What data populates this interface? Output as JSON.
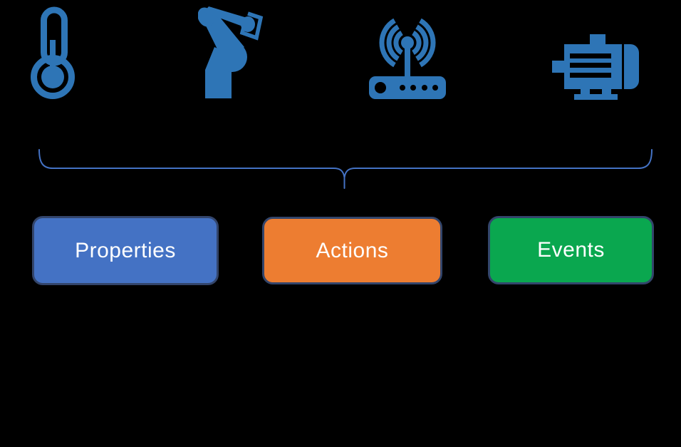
{
  "figure": {
    "background": "#000000",
    "icon_color": "#2E75B6",
    "brace": {
      "color": "#4472C4"
    },
    "icons": [
      "thermometer-icon",
      "robot-arm-icon",
      "wireless-router-icon",
      "electric-motor-icon"
    ],
    "boxes": [
      {
        "label": "Properties",
        "fill": "#4472C4",
        "border": "#33456B",
        "text_color": "#FFFFFF"
      },
      {
        "label": "Actions",
        "fill": "#ED7D31",
        "border": "#33456B",
        "text_color": "#FFFFFF"
      },
      {
        "label": "Events",
        "fill": "#0AA74F",
        "border": "#33456B",
        "text_color": "#FFFFFF"
      }
    ]
  }
}
